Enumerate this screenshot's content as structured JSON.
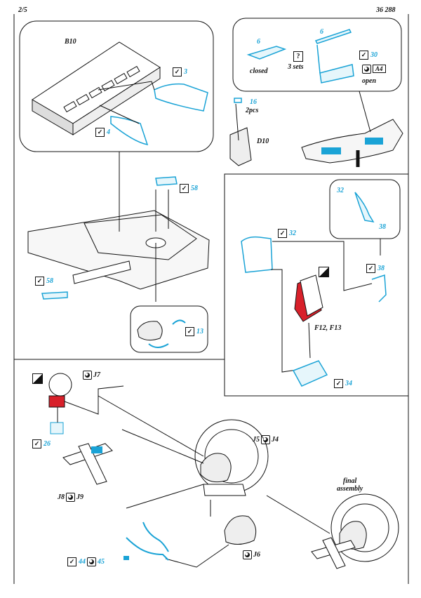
{
  "header": {
    "page": "2/5",
    "code": "36 288"
  },
  "top_box": {
    "part": "B10",
    "item3": "3",
    "item4": "4"
  },
  "open_box": {
    "item6a": "6",
    "closed": "closed",
    "question": "?",
    "sets": "3 sets",
    "item6b": "6",
    "item30": "30",
    "a4": "A4",
    "open": "open"
  },
  "seat": {
    "item16": "16",
    "pcs": "2pcs",
    "part": "D10"
  },
  "floor": {
    "item58a": "58",
    "item58b": "58",
    "item13": "13"
  },
  "right_panel": {
    "item32a": "32",
    "item32b": "32",
    "item38a": "38",
    "item38b": "38",
    "parts": "F12, F13",
    "item34": "34"
  },
  "bottom": {
    "j7": "J7",
    "item26": "26",
    "j5": "J5",
    "j4": "J4",
    "j8": "J8",
    "j9": "J9",
    "final1": "final",
    "final2": "assembly",
    "item44": "44",
    "item45": "45",
    "j6": "J6"
  },
  "colors": {
    "accent": "#1aa3d6",
    "red": "#d8202a"
  }
}
